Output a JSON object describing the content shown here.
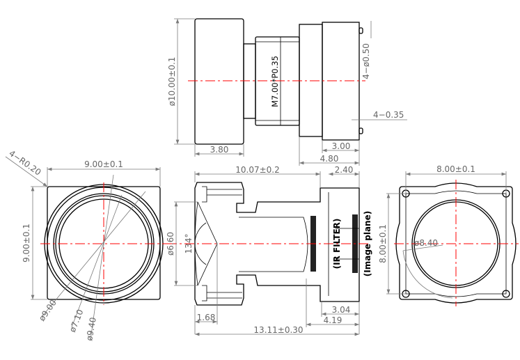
{
  "top_view": {
    "diameter": "ø10.00±0.1",
    "thread": "M7.00*P0.35",
    "pin_dia": "4−ø0.50",
    "pin_len": "4−0.35",
    "d_380": "3.80",
    "d_300": "3.00",
    "d_480": "4.80"
  },
  "front_view": {
    "corner": "4−R0.20",
    "width": "9.00±0.1",
    "height": "9.00±0.1",
    "d_900": "ø9.00",
    "d_710": "ø7.10",
    "d_940": "ø9.40"
  },
  "section_view": {
    "length": "10.07±0.2",
    "d_240": "2.40",
    "aperture": "ø6.60",
    "fov": "134°",
    "ir_filter": "(IR FILTER)",
    "image_plane": "(Image plane)",
    "d_304": "3.04",
    "d_419": "4.19",
    "d_168": "1.68",
    "total": "13.11±0.30"
  },
  "rear_view": {
    "width": "8.00±0.1",
    "height": "8.00±0.1",
    "circle": "ø8.40"
  },
  "colors": {
    "centerline": "#ff0000",
    "dimension": "#7a7a7a",
    "outline": "#000000"
  }
}
